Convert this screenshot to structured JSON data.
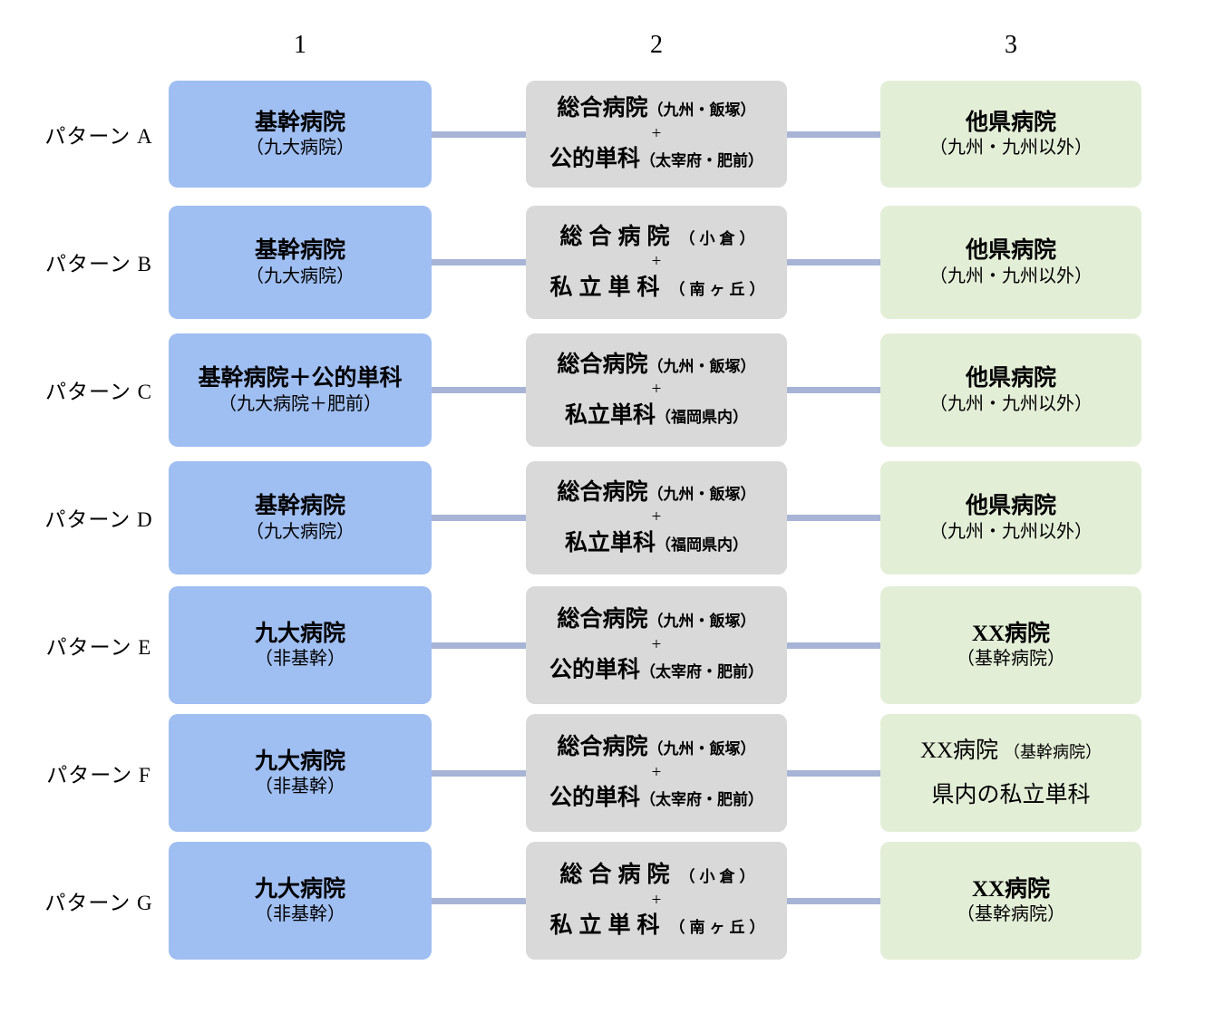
{
  "colors": {
    "col1_box": "#9FBEF2",
    "col2_box": "#D9D9D9",
    "col3_box": "#E3EED7",
    "connector": "#A7B4D6",
    "text": "#000000",
    "background": "#FFFFFF"
  },
  "headers": {
    "col1": "1",
    "col2": "2",
    "col3": "3"
  },
  "rows": [
    {
      "label": "パターン A",
      "col1": {
        "title": "基幹病院",
        "sub": "（九大病院）"
      },
      "col2": {
        "top_main": "総合病院",
        "top_paren": "（九州・飯塚）",
        "plus": "+",
        "bottom_main": "公的単科",
        "bottom_paren": "（太宰府・肥前）",
        "spaced": false
      },
      "col3": {
        "title": "他県病院",
        "sub": "（九州・九州以外）"
      }
    },
    {
      "label": "パターン B",
      "col1": {
        "title": "基幹病院",
        "sub": "（九大病院）"
      },
      "col2": {
        "top_main": "総合病院",
        "top_paren": "（小倉）",
        "plus": "+",
        "bottom_main": "私立単科",
        "bottom_paren": "（南ヶ丘）",
        "spaced": true
      },
      "col3": {
        "title": "他県病院",
        "sub": "（九州・九州以外）"
      }
    },
    {
      "label": "パターン C",
      "col1": {
        "title": "基幹病院＋公的単科",
        "sub": "（九大病院＋肥前）"
      },
      "col2": {
        "top_main": "総合病院",
        "top_paren": "（九州・飯塚）",
        "plus": "+",
        "bottom_main": "私立単科",
        "bottom_paren": "（福岡県内）",
        "spaced": false
      },
      "col3": {
        "title": "他県病院",
        "sub": "（九州・九州以外）"
      }
    },
    {
      "label": "パターン D",
      "col1": {
        "title": "基幹病院",
        "sub": "（九大病院）"
      },
      "col2": {
        "top_main": "総合病院",
        "top_paren": "（九州・飯塚）",
        "plus": "+",
        "bottom_main": "私立単科",
        "bottom_paren": "（福岡県内）",
        "spaced": false
      },
      "col3": {
        "title": "他県病院",
        "sub": "（九州・九州以外）"
      }
    },
    {
      "label": "パターン E",
      "col1": {
        "title": "九大病院",
        "sub": "（非基幹）"
      },
      "col2": {
        "top_main": "総合病院",
        "top_paren": "（九州・飯塚）",
        "plus": "+",
        "bottom_main": "公的単科",
        "bottom_paren": "（太宰府・肥前）",
        "spaced": false
      },
      "col3": {
        "title": "XX病院",
        "sub": "（基幹病院）"
      }
    },
    {
      "label": "パターン F",
      "col1": {
        "title": "九大病院",
        "sub": "（非基幹）"
      },
      "col2": {
        "top_main": "総合病院",
        "top_paren": "（九州・飯塚）",
        "plus": "+",
        "bottom_main": "公的単科",
        "bottom_paren": "（太宰府・肥前）",
        "spaced": false
      },
      "col3": {
        "twoline": true,
        "title": "XX病院",
        "title_paren": "（基幹病院）",
        "line2": "県内の私立単科"
      }
    },
    {
      "label": "パターン G",
      "col1": {
        "title": "九大病院",
        "sub": "（非基幹）"
      },
      "col2": {
        "top_main": "総合病院",
        "top_paren": "（小倉）",
        "plus": "+",
        "bottom_main": "私立単科",
        "bottom_paren": "（南ヶ丘）",
        "spaced": true
      },
      "col3": {
        "title": "XX病院",
        "sub": "（基幹病院）"
      }
    }
  ]
}
